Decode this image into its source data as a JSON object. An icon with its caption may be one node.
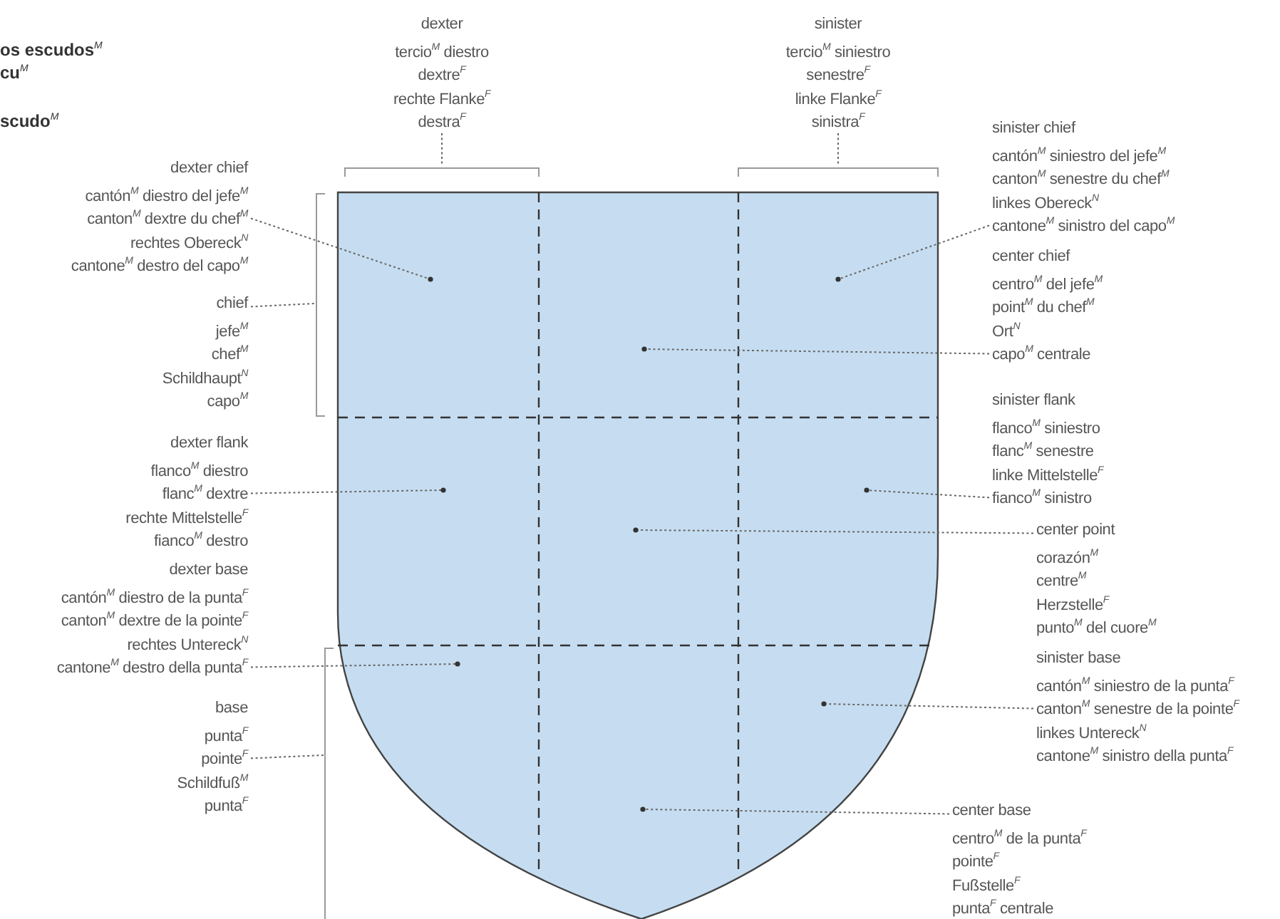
{
  "diagram": {
    "nodes": [
      {
        "text": [
          "dexter",
          "tercio$^{M}$ diestro",
          "dextre$^{F}$",
          "rechte Flanke$^{F}$",
          "destra$^{F}$"
        ]
      },
      {
        "text": [
          "sinister",
          "tercio$^{M}$ siniestro",
          "senestre$^{F}$",
          "linke Flanke$^{F}$",
          "sinistra$^{F}$"
        ]
      },
      {
        "text": [
          "dexter chief",
          "cantón$^{M}$ diestro del jefe$^{M}$",
          "canton$^{M}$ dextre du chef$^{M}$",
          "rechtes Obereck$^{N}$",
          "cantone$^{M}$ destro del capo$^{M}$"
        ]
      },
      {
        "text": [
          "sinister chief",
          "cantón$^{M}$ siniestro del jefe$^{M}$",
          "canton$^{M}$ senestre du chef$^{M}$",
          "linkes Obereck$^{N}$",
          "cantone$^{M}$ sinistro del capo$^{M}$"
        ]
      },
      {
        "text": [
          "chief",
          "jefe$^{M}$",
          "chef$^{M}$",
          "Schildhaupt$^{N}$",
          "capo$^{M}$"
        ]
      },
      {
        "text": [
          "center chief",
          "centro$^{M}$ del jefe$^{M}$",
          "point$^{M}$ du chef$^{M}$",
          "Ort$^{N}$",
          "capo$^{M}$ centrale"
        ]
      },
      {
        "text": [
          "dexter flank",
          "flanco$^{M}$ diestro",
          "flanc$^{M}$ dextre",
          "rechte Mittelstelle$^{F}$",
          "fianco$^{M}$ destro"
        ]
      },
      {
        "text": [
          "sinister flank",
          "flanco$^{M}$ siniestro",
          "flanc$^{M}$ senestre",
          "linke Mittelstelle$^{F}$",
          "fianco$^{M}$ sinistro"
        ]
      },
      {
        "text": [
          "center point",
          "corazón$^{M}$",
          "centre$^{M}$",
          "Herzstelle$^{F}$",
          "punto$^{M}$ del cuore$^{M}$"
        ]
      },
      {
        "text": [
          "dexter base",
          "cantón$^{M}$ diestro de la punta$^{F}$",
          "canton$^{M}$ dextre de la pointe$^{F}$",
          "rechtes Untereck$^{N}$",
          "cantone$^{M}$ destro della punta$^{F}$"
        ]
      },
      {
        "text": [
          "sinister base",
          "cantón$^{M}$ siniestro de la punta$^{F}$",
          "canton$^{M}$ senestre de la pointe$^{F}$",
          "linkes Untereck$^{N}$",
          "cantone$^{M}$ sinistro della punta$^{F}$"
        ]
      },
      {
        "text": [
          "base",
          "punta$^{F}$",
          "pointe$^{F}$",
          "Schildfuß$^{M}$",
          "punta$^{F}$"
        ]
      },
      {
        "text": [
          "center base",
          "centro$^{M}$ de la punta$^{F}$",
          "pointe$^{F}$",
          "Fußstelle$^{F}$",
          "punta$^{F}$ centrale"
        ]
      }
    ],
    "edges": [
      {
        "from": 0,
        "to": null,
        "arrow": "none"
      },
      {
        "from": 1,
        "to": null,
        "arrow": "none"
      },
      {
        "from": 2,
        "to": null,
        "arrow": "other"
      },
      {
        "from": 3,
        "to": null,
        "arrow": "other"
      },
      {
        "from": 4,
        "to": null,
        "arrow": "none"
      },
      {
        "from": 5,
        "to": null,
        "arrow": "other"
      },
      {
        "from": 6,
        "to": null,
        "arrow": "other"
      },
      {
        "from": 7,
        "to": null,
        "arrow": "other"
      },
      {
        "from": 8,
        "to": null,
        "arrow": "other"
      },
      {
        "from": 9,
        "to": null,
        "arrow": "other"
      },
      {
        "from": 10,
        "to": null,
        "arrow": "other"
      },
      {
        "from": 11,
        "to": null,
        "arrow": "none"
      },
      {
        "from": 12,
        "to": null,
        "arrow": "other"
      }
    ],
    "labels": [
      "os escudos$^{M}$",
      "cu$^{M}$",
      "scudo$^{M}$"
    ]
  }
}
